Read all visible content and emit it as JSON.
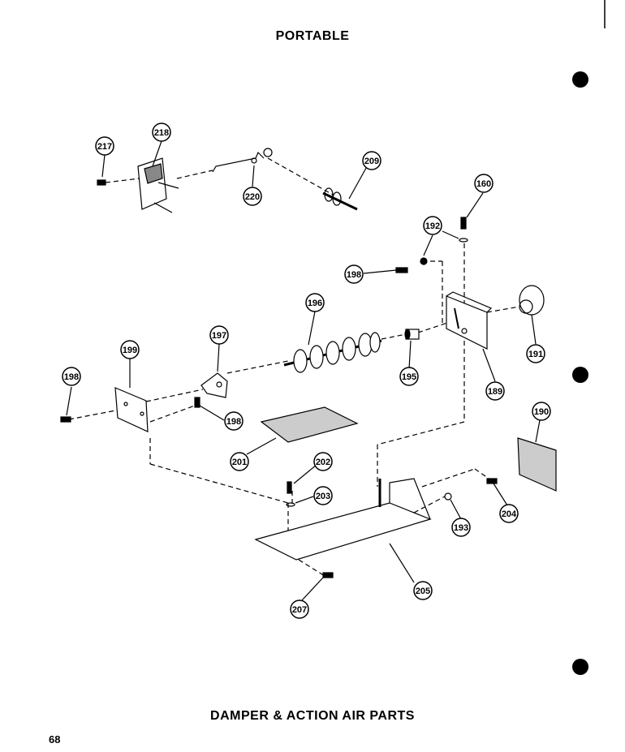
{
  "header": {
    "title": "PORTABLE"
  },
  "footer": {
    "title": "DAMPER & ACTION AIR PARTS",
    "page_number": "68"
  },
  "callouts": {
    "c217": "217",
    "c218": "218",
    "c220": "220",
    "c209": "209",
    "c160": "160",
    "c192": "192",
    "c198a": "198",
    "c196": "196",
    "c197": "197",
    "c199": "199",
    "c198b": "198",
    "c198c": "198",
    "c195": "195",
    "c191": "191",
    "c189": "189",
    "c190": "190",
    "c201": "201",
    "c202": "202",
    "c203": "203",
    "c204": "204",
    "c193": "193",
    "c205": "205",
    "c207": "207"
  }
}
